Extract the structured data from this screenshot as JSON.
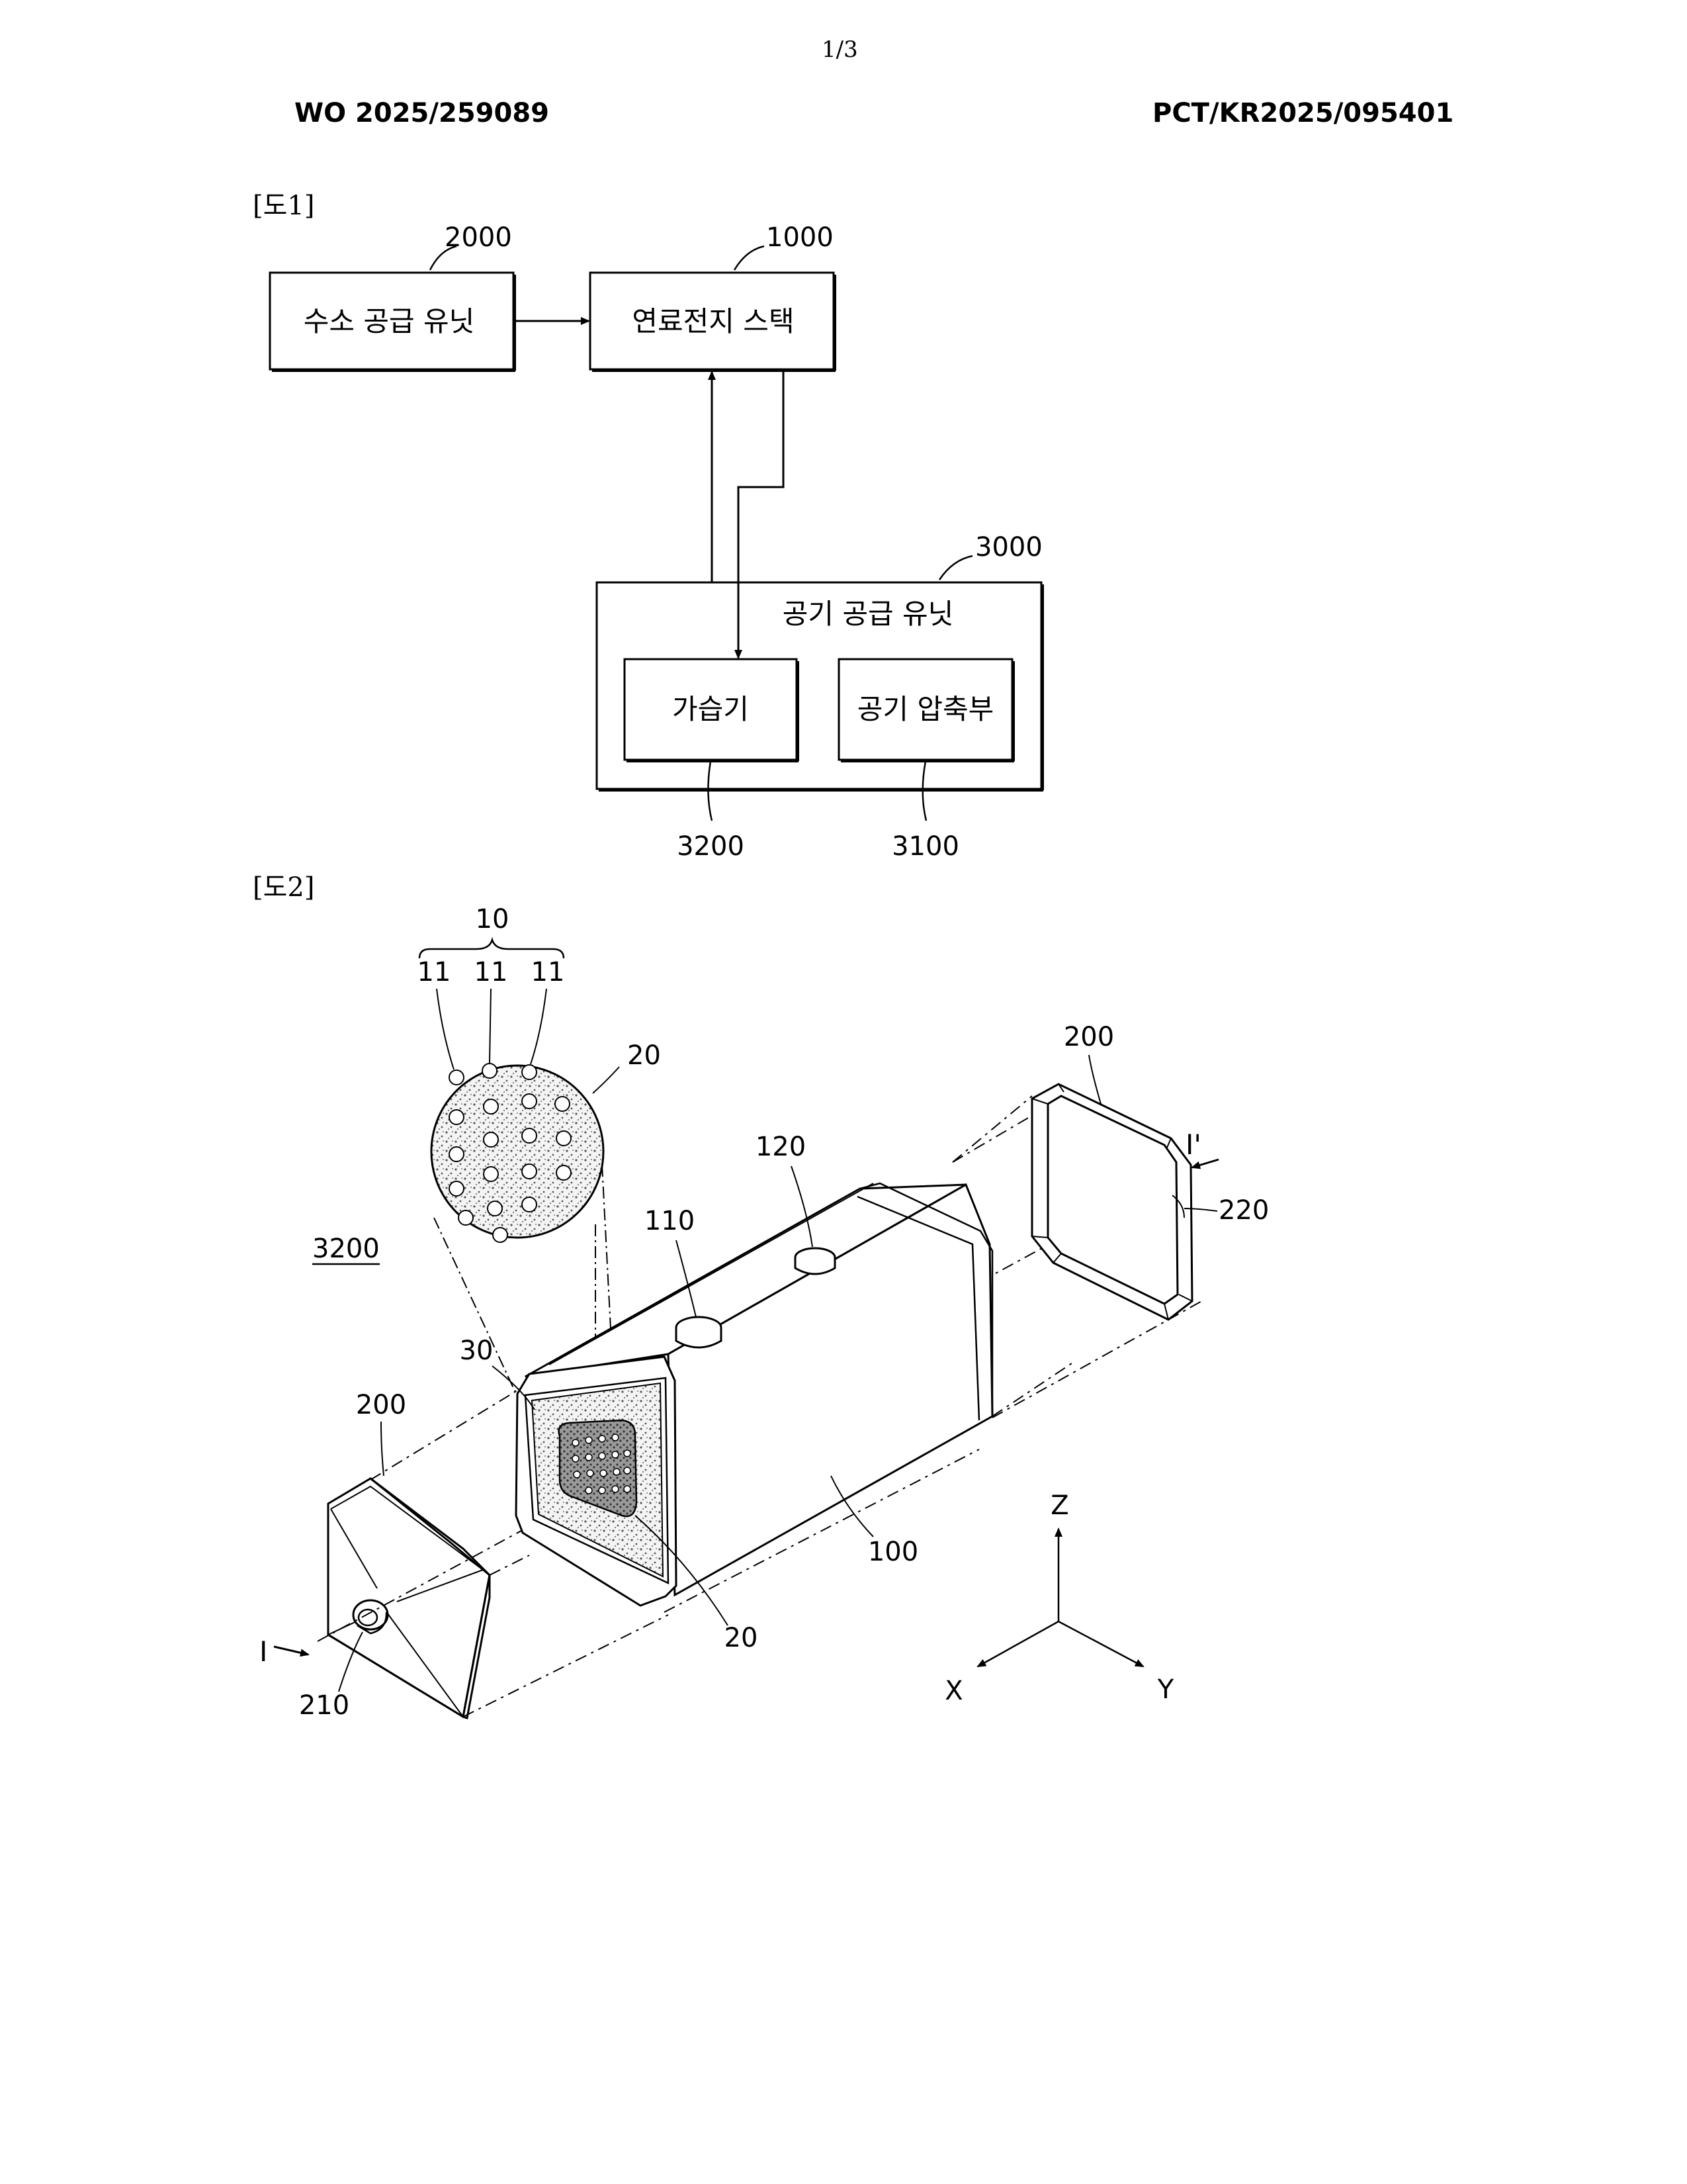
{
  "header": {
    "page_number": "1/3",
    "publication_number": "WO 2025/259089",
    "application_number": "PCT/KR2025/095401"
  },
  "figure1": {
    "label": "[도1]",
    "hydrogen_supply": {
      "text": "수소 공급 유닛",
      "ref": "2000"
    },
    "fuel_cell_stack": {
      "text": "연료전지 스택",
      "ref": "1000"
    },
    "air_supply": {
      "text": "공기 공급 유닛",
      "ref": "3000"
    },
    "humidifier": {
      "text": "가습기",
      "ref": "3200"
    },
    "air_compressor": {
      "text": "공기 압축부",
      "ref": "3100"
    }
  },
  "figure2": {
    "label": "[도2]",
    "assembly_ref": "3200",
    "group_ref": "10",
    "hollow_fiber_refs": [
      "11",
      "11",
      "11"
    ],
    "ref_20_top": "20",
    "ref_20_bottom": "20",
    "ref_30": "30",
    "ref_100": "100",
    "ref_110": "110",
    "ref_120": "120",
    "ref_200_left": "200",
    "ref_200_right": "200",
    "ref_210": "210",
    "ref_220": "220",
    "section_start": "I",
    "section_end": "I'",
    "axes": {
      "z": "Z",
      "x": "X",
      "y": "Y"
    }
  }
}
